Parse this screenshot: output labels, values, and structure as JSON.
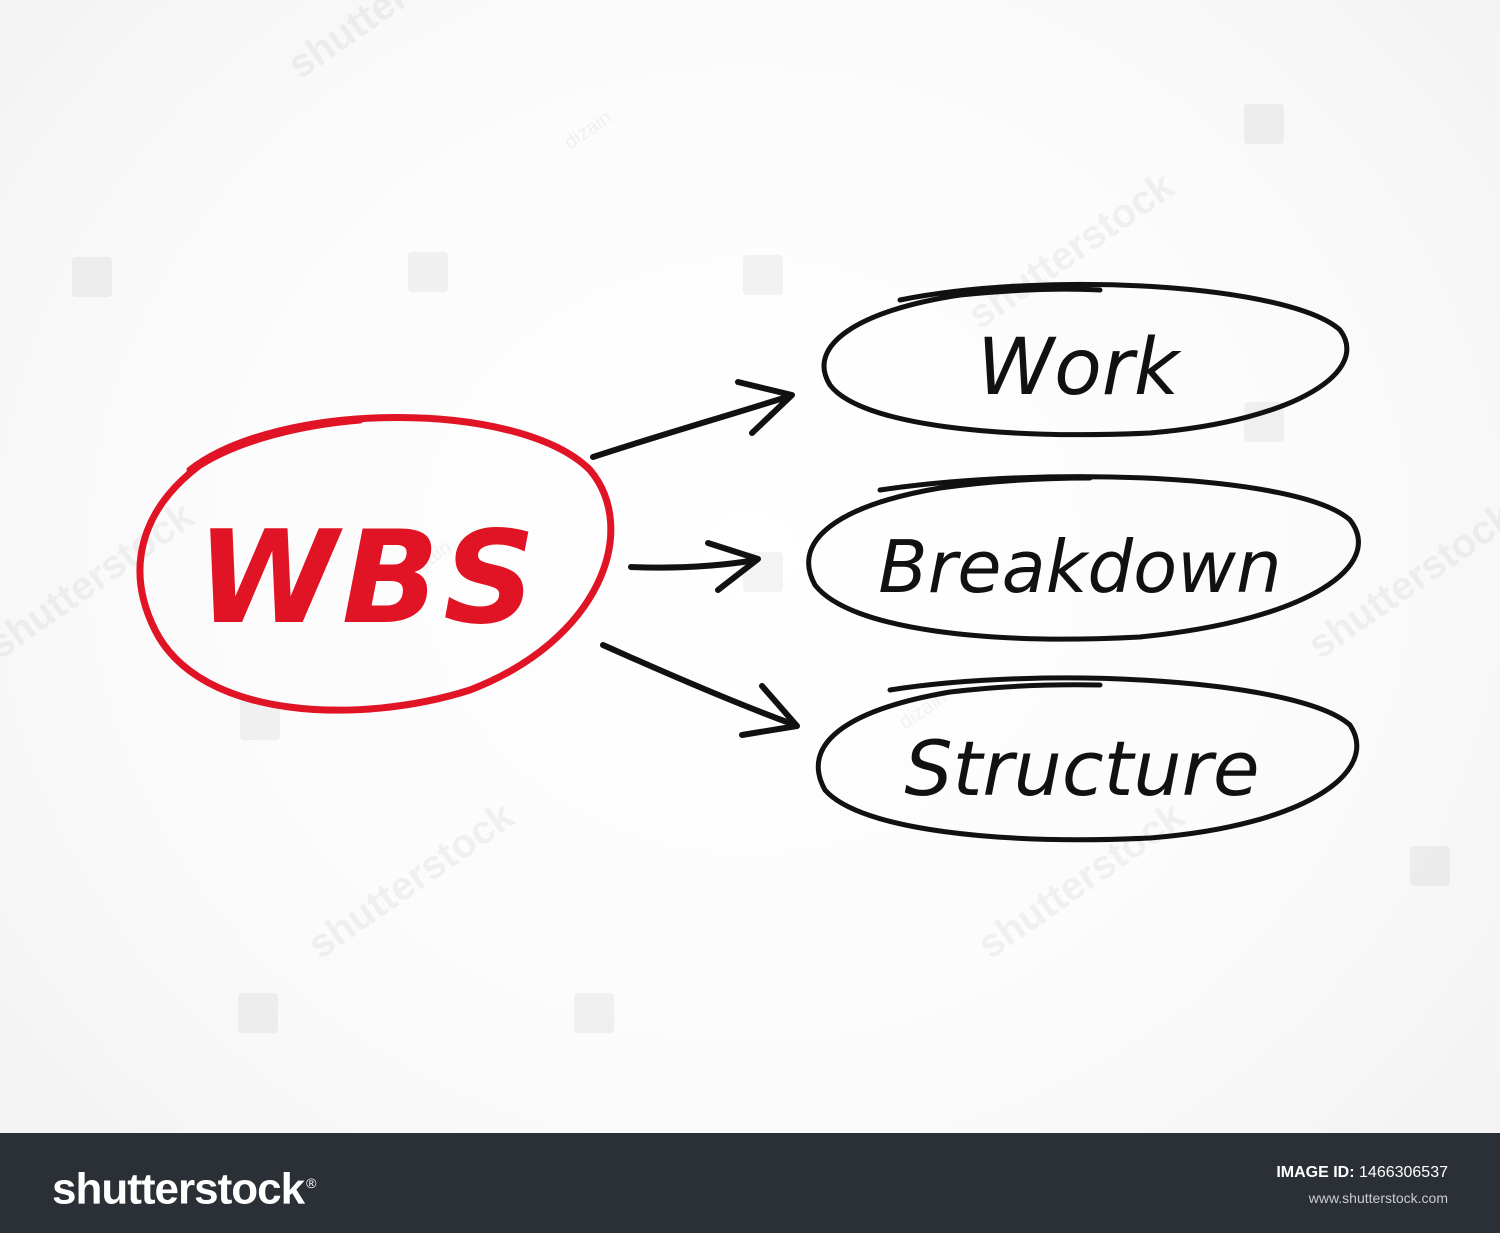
{
  "diagram": {
    "center": {
      "label": "WBS",
      "color": "#e01424"
    },
    "items": [
      {
        "label": "Work"
      },
      {
        "label": "Breakdown"
      },
      {
        "label": "Structure"
      }
    ],
    "ink_color": "#111111"
  },
  "watermark": {
    "text": "shutterstock",
    "author": "dizain"
  },
  "footer": {
    "logo_text": "shutterstock",
    "registered_mark": "®",
    "image_id_label": "IMAGE ID:",
    "image_id_value": "1466306537",
    "url": "www.shutterstock.com"
  }
}
